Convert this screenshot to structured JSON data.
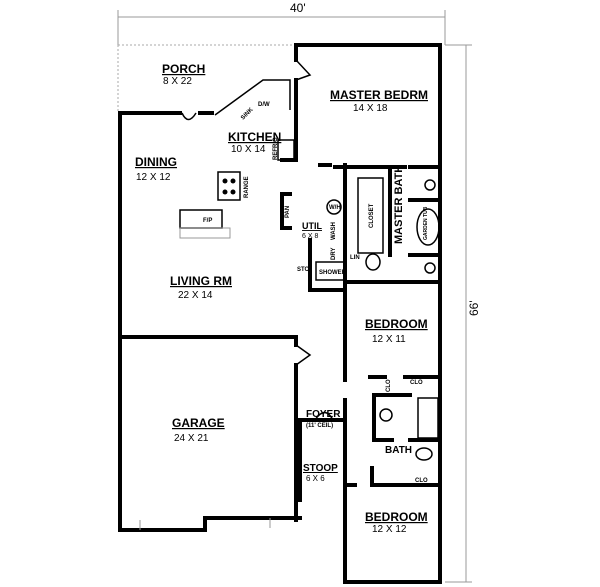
{
  "dimensions": {
    "width": "40'",
    "depth": "66'"
  },
  "rooms": {
    "porch": {
      "name": "PORCH",
      "size": "8 X 22"
    },
    "master_bedroom": {
      "name": "MASTER BEDRM",
      "size": "14 X 18"
    },
    "kitchen": {
      "name": "KITCHEN",
      "size": "10 X 14"
    },
    "dining": {
      "name": "DINING",
      "size": "12 X 12"
    },
    "util": {
      "name": "UTIL",
      "size": "6 X 8"
    },
    "master_bath": {
      "name": "MASTER BATH"
    },
    "living": {
      "name": "LIVING RM",
      "size": "22 X 14"
    },
    "bedroom1": {
      "name": "BEDROOM",
      "size": "12 X 11"
    },
    "garage": {
      "name": "GARAGE",
      "size": "24 X 21"
    },
    "foyer": {
      "name": "FOYER",
      "size": "(11' CEIL)"
    },
    "bath": {
      "name": "BATH"
    },
    "stoop": {
      "name": "STOOP",
      "size": "6 X 6"
    },
    "bedroom2": {
      "name": "BEDROOM",
      "size": "12 X 12"
    }
  },
  "fixtures": {
    "dw": "D/W",
    "sink": "SINK",
    "refrig": "REFRIG",
    "range": "RANGE",
    "fireplace": "F/P",
    "pantry": "PAN",
    "water_heater": "W/H",
    "wash": "WASH",
    "dry": "DRY",
    "closet": "CLOSET",
    "lin": "LIN",
    "sto": "STO",
    "shower": "SHOWER",
    "garden_tub": "GARDEN TUB",
    "clo1": "CLO",
    "clo2": "CLO",
    "clo3": "CLO"
  }
}
